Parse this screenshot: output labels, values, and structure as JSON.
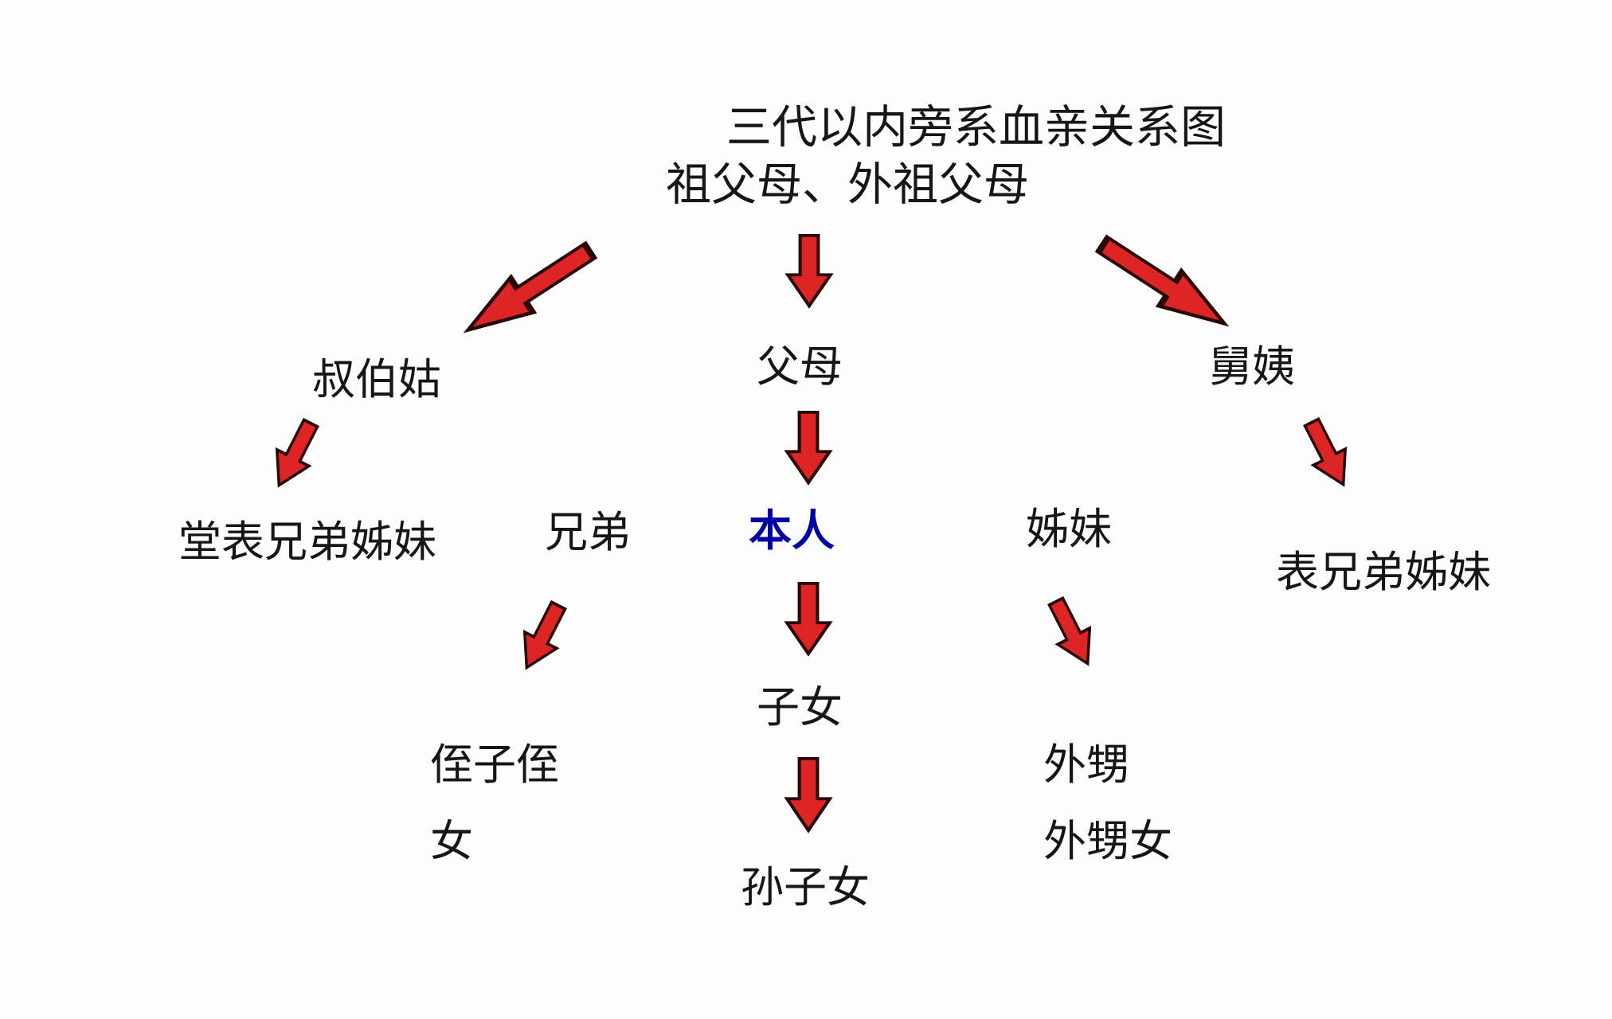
{
  "diagram": {
    "title": "三代以内旁系血亲关系图",
    "nodes": {
      "grandparents": "祖父母、外祖父母",
      "paternal_uncles_aunts": "叔伯姑",
      "parents": "父母",
      "maternal_uncles_aunts": "舅姨",
      "paternal_cousins": "堂表兄弟姊妹",
      "brothers": "兄弟",
      "self": "本人",
      "sisters": "姊妹",
      "maternal_cousins": "表兄弟姊妹",
      "children": "子女",
      "nephews_line1": "侄子侄",
      "nephews_line2": "女",
      "sororal_nephews_line1": "外甥",
      "sororal_nephews_line2": "外甥女",
      "grandchildren": "孙子女"
    },
    "colors": {
      "text": "#161616",
      "self_text": "#0000a5",
      "arrow_fill": "#dd2525",
      "arrow_stroke": "#2a0707",
      "background": "#fdfdfd"
    }
  }
}
